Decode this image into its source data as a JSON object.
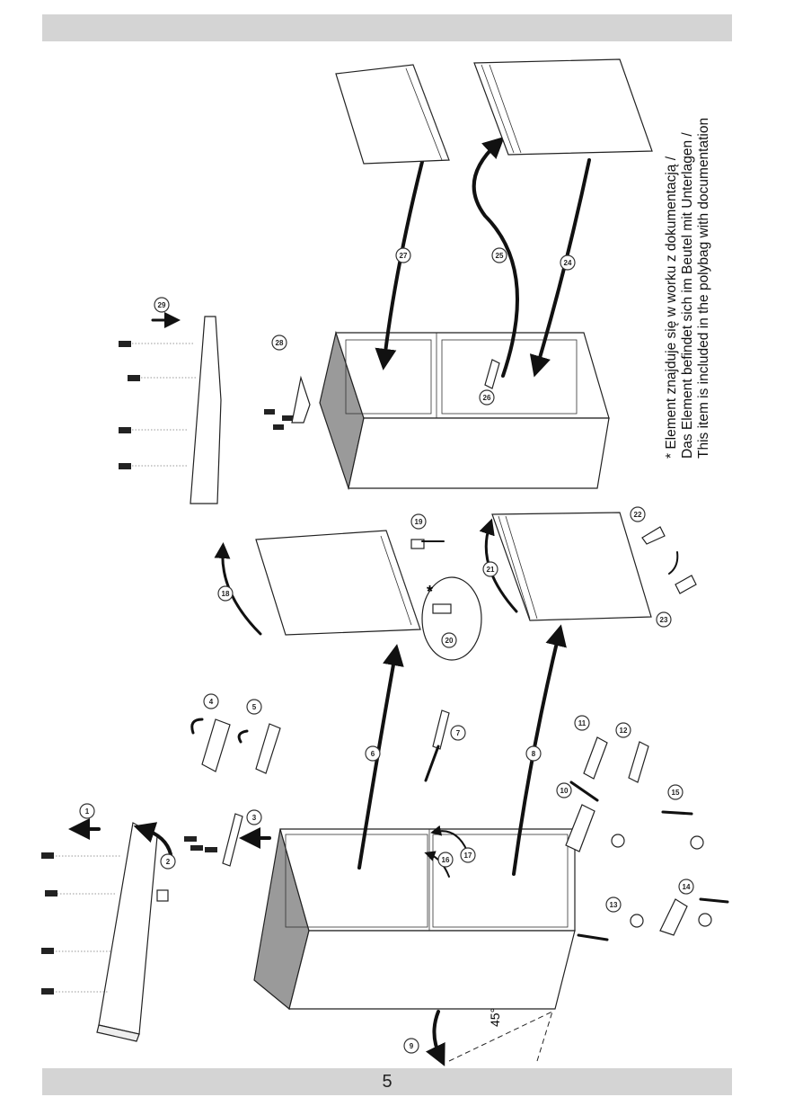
{
  "header": {
    "band": ""
  },
  "footer": {
    "page_number": "5"
  },
  "note": {
    "line1": "* Element znajduje się w worku z dokumentacją /",
    "line2": "Das Element befindet sich im Beutel mit Unterlagen /",
    "line3": "This item is included in the polybag with documentation"
  },
  "angle_label": "45°",
  "asterisk": "*",
  "callouts": {
    "c1": "1",
    "c2": "2",
    "c3": "3",
    "c4": "4",
    "c5": "5",
    "c6": "6",
    "c7": "7",
    "c8": "8",
    "c9": "9",
    "c10": "10",
    "c11": "11",
    "c12": "12",
    "c13": "13",
    "c14": "14",
    "c15": "15",
    "c16": "16",
    "c17": "17",
    "c18": "18",
    "c19": "19",
    "c20": "20",
    "c21": "21",
    "c22": "22",
    "c23": "23",
    "c24": "24",
    "c25": "25",
    "c26": "26",
    "c27": "27",
    "c28": "28",
    "c29": "29"
  }
}
